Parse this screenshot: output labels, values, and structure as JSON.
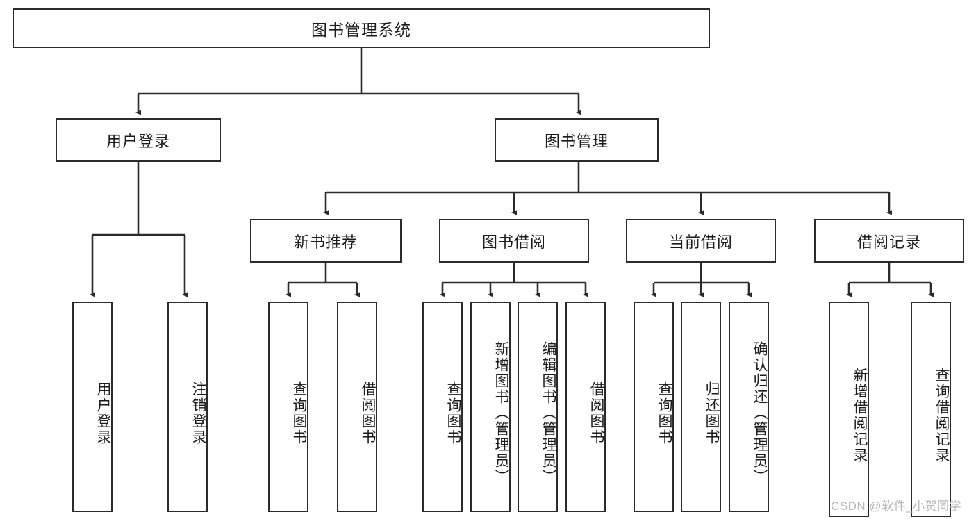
{
  "diagram": {
    "title": "图书管理系统",
    "type": "tree",
    "orientation": "top-down",
    "colors": {
      "box_border": "#2b2b2b",
      "box_fill": "#ffffff",
      "edge": "#2b2b2b",
      "text": "#1b1b1b",
      "watermark": "#b9b9b9",
      "background": "#ffffff"
    }
  },
  "root": {
    "label": "图书管理系统"
  },
  "level2": [
    {
      "id": "user-login",
      "label": "用户登录"
    },
    {
      "id": "book-management",
      "label": "图书管理"
    }
  ],
  "level3": [
    {
      "id": "new-book-recommend",
      "label": "新书推荐"
    },
    {
      "id": "book-borrow",
      "label": "图书借阅"
    },
    {
      "id": "current-borrow",
      "label": "当前借阅"
    },
    {
      "id": "borrow-record",
      "label": "借阅记录"
    }
  ],
  "leaves": {
    "user_login": [
      {
        "id": "leaf-user-login",
        "label": "用户登录"
      },
      {
        "id": "leaf-user-logout",
        "label": "注销登录"
      }
    ],
    "new_book_recommend": [
      {
        "id": "leaf-query-book-1",
        "label": "查询图书"
      },
      {
        "id": "leaf-borrow-book-1",
        "label": "借阅图书"
      }
    ],
    "book_borrow": [
      {
        "id": "leaf-query-book-2",
        "label": "查询图书"
      },
      {
        "id": "leaf-add-book",
        "label": "新增图书（管理员）"
      },
      {
        "id": "leaf-edit-book",
        "label": "编辑图书（管理员）"
      },
      {
        "id": "leaf-borrow-book-2",
        "label": "借阅图书"
      }
    ],
    "current_borrow": [
      {
        "id": "leaf-query-book-3",
        "label": "查询图书"
      },
      {
        "id": "leaf-return-book",
        "label": "归还图书"
      },
      {
        "id": "leaf-confirm-return",
        "label": "确认归还（管理员）"
      }
    ],
    "borrow_record": [
      {
        "id": "leaf-add-record",
        "label": "新增借阅记录"
      },
      {
        "id": "leaf-query-record",
        "label": "查询借阅记录"
      }
    ]
  },
  "watermark": {
    "text": "CSDN @软件_小贺同学"
  }
}
